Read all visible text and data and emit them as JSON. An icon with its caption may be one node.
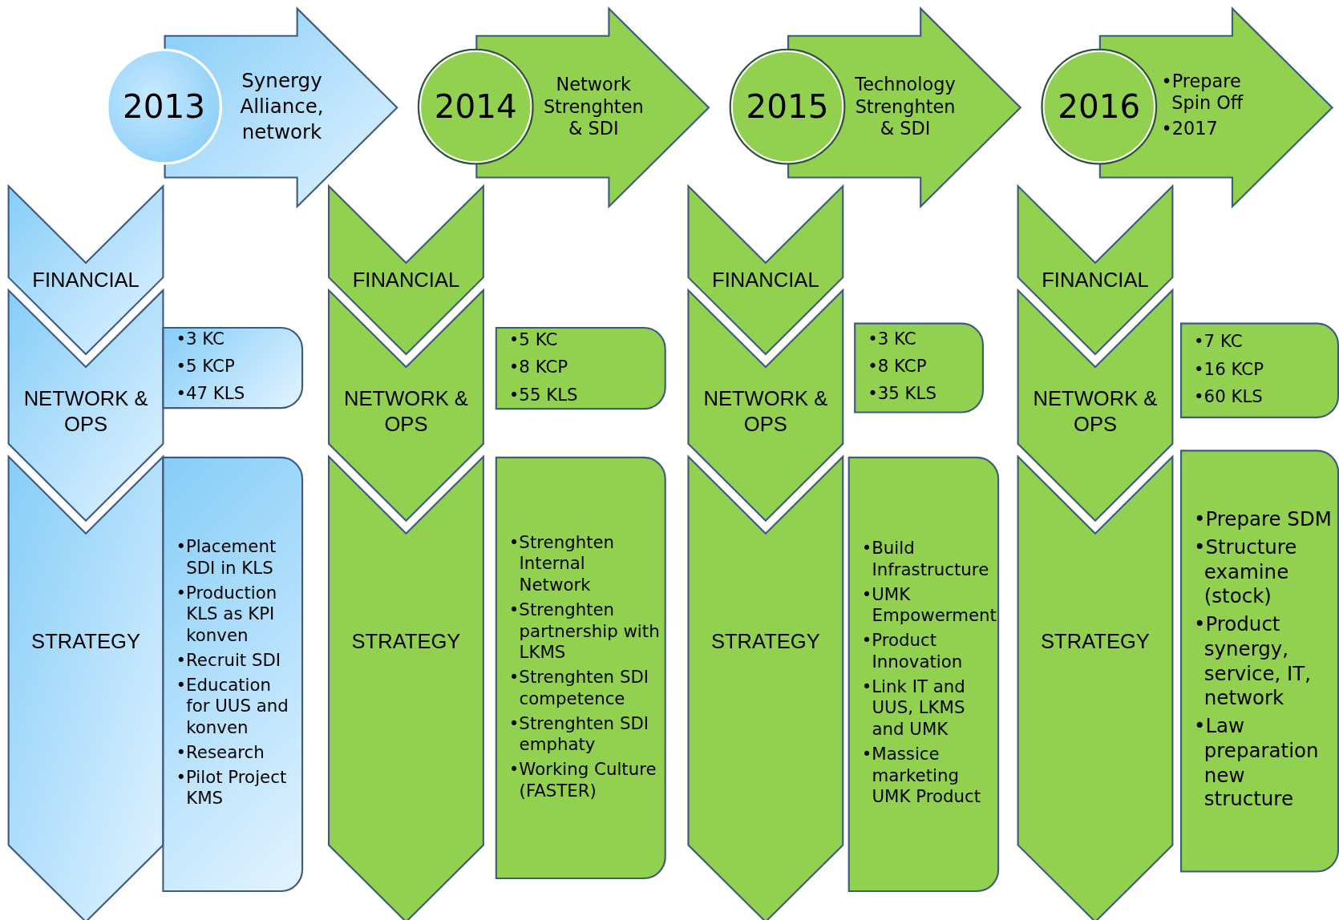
{
  "diagram": {
    "nodes": [
      {
        "text": [
          "2013"
        ]
      },
      {
        "text": [
          "Synergy Alliance, network"
        ]
      },
      {
        "text": [
          "FINANCIAL"
        ]
      },
      {
        "text": [
          "NETWORK & OPS"
        ]
      },
      {
        "text": [
          "•3 KC",
          "•5 KCP",
          "•47 KLS"
        ]
      },
      {
        "text": [
          "STRATEGY"
        ]
      },
      {
        "text": [
          "•Placement SDI in KLS",
          "•Production KLS as KPI konven",
          "•Recruit SDI",
          "•Education for UUS and konven",
          "•Research",
          "•Pilot Project KMS"
        ]
      },
      {
        "text": [
          "2014"
        ]
      },
      {
        "text": [
          "Network Strenghten & SDI"
        ]
      },
      {
        "text": [
          "FINANCIAL"
        ]
      },
      {
        "text": [
          "NETWORK & OPS"
        ]
      },
      {
        "text": [
          "•5 KC",
          "•8 KCP",
          "•55 KLS"
        ]
      },
      {
        "text": [
          "STRATEGY"
        ]
      },
      {
        "text": [
          "•Strenghten Internal Network",
          "•Strenghten partnership with LKMS",
          "•Strenghten SDI competence",
          "•Strenghten SDI emphaty",
          "•Working Culture (FASTER)"
        ]
      },
      {
        "text": [
          "2015"
        ]
      },
      {
        "text": [
          "Technology Strenghten & SDI"
        ]
      },
      {
        "text": [
          "FINANCIAL"
        ]
      },
      {
        "text": [
          "NETWORK & OPS"
        ]
      },
      {
        "text": [
          "•3 KC",
          "•8 KCP",
          "•35 KLS"
        ]
      },
      {
        "text": [
          "STRATEGY"
        ]
      },
      {
        "text": [
          "•Build Infrastructure",
          "•UMK Empowerment",
          "•Product Innovation",
          "•Link IT and UUS, LKMS and UMK",
          "•Massice marketing UMK Product"
        ]
      },
      {
        "text": [
          "2016"
        ]
      },
      {
        "text": [
          "•Prepare Spin Off",
          "•2017"
        ]
      },
      {
        "text": [
          "FINANCIAL"
        ]
      },
      {
        "text": [
          "NETWORK & OPS"
        ]
      },
      {
        "text": [
          "•7 KC",
          "•16 KCP",
          "•60 KLS"
        ]
      },
      {
        "text": [
          "STRATEGY"
        ]
      },
      {
        "text": [
          "•Prepare SDM",
          "•Structure examine (stock)",
          "•Product synergy, service, IT, network",
          "•Law preparation new structure"
        ]
      }
    ],
    "edges": []
  }
}
